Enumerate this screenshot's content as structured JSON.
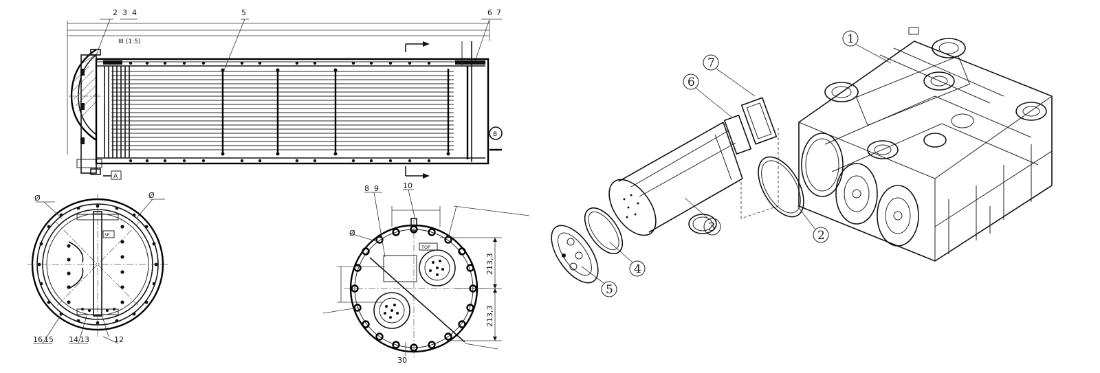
{
  "side_view": {
    "callouts": [
      "2",
      "3",
      "4",
      "5",
      "6",
      "7"
    ],
    "section_mark": "III (1:5)",
    "ref_a": "A",
    "ref_b": "B"
  },
  "end_view": {
    "callouts": [
      "16",
      "15",
      "14",
      "13",
      "12"
    ],
    "dia_left": "Ø",
    "dia_right": "Ø",
    "plate_tag": "SP"
  },
  "cover_view": {
    "callouts": [
      "8",
      "9",
      "10",
      "30"
    ],
    "top_tag": "TOP",
    "dim_upper": "213,3",
    "dim_lower": "213,3",
    "dia_mark": "Ø"
  },
  "exploded_view": {
    "callouts": [
      "1",
      "2",
      "3",
      "4",
      "5",
      "6",
      "7"
    ]
  },
  "colors": {
    "line": "#111111",
    "background": "#ffffff"
  }
}
